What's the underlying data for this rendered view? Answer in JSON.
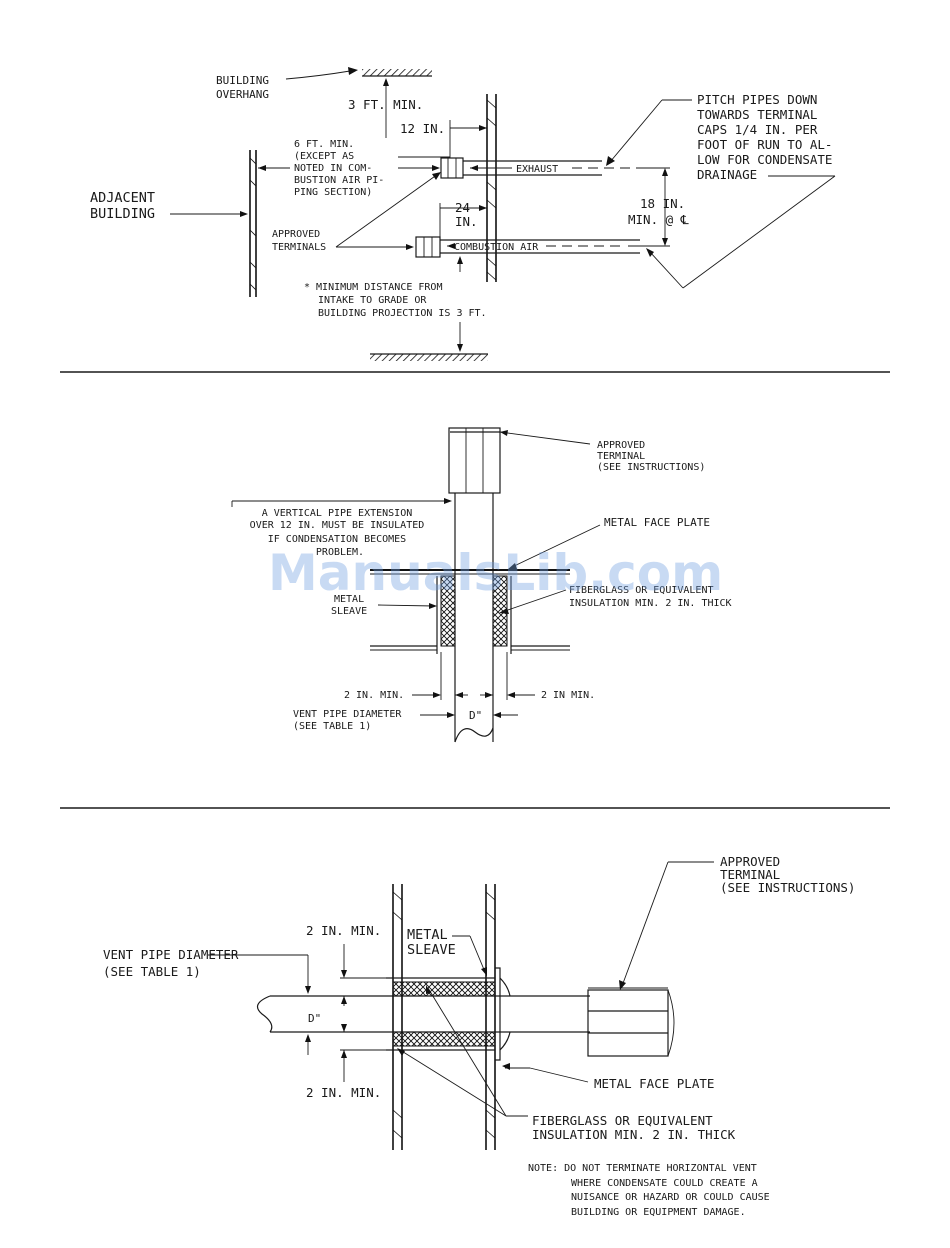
{
  "watermark": "ManualsLib.com",
  "diagram1": {
    "building_overhang": [
      "BUILDING",
      "OVERHANG"
    ],
    "three_ft_min": "3 FT. MIN.",
    "twelve_in": "12 IN.",
    "six_ft_min": [
      "6 FT. MIN.",
      "(EXCEPT AS",
      "NOTED IN COM-",
      "BUSTION AIR PI-",
      "PING SECTION)"
    ],
    "adjacent_building": [
      "ADJACENT",
      "BUILDING"
    ],
    "exhaust": "EXHAUST",
    "twenty_four_in": [
      "24",
      "IN."
    ],
    "combustion_air": "COMBUSTION AIR",
    "approved_terminals": [
      "APPROVED",
      "TERMINALS"
    ],
    "pitch_note": [
      "PITCH PIPES DOWN",
      "TOWARDS TERMINAL",
      "CAPS 1/4 IN. PER",
      "FOOT OF RUN TO AL-",
      "LOW FOR CONDENSATE",
      "DRAINAGE"
    ],
    "eighteen_in": [
      "18 IN.",
      "MIN. @ ℄"
    ],
    "min_distance_note": [
      "* MINIMUM DISTANCE FROM",
      "INTAKE TO GRADE OR",
      "BUILDING PROJECTION IS 3 FT."
    ]
  },
  "diagram2": {
    "approved_terminal": [
      "APPROVED",
      "TERMINAL",
      "(SEE INSTRUCTIONS)"
    ],
    "vertical_note": [
      "A VERTICAL PIPE EXTENSION",
      "OVER 12 IN. MUST BE INSULATED",
      "IF CONDENSATION BECOMES",
      "PROBLEM."
    ],
    "metal_face_plate": "METAL FACE PLATE",
    "metal_sleave": [
      "METAL",
      "SLEAVE"
    ],
    "insulation": [
      "FIBERGLASS OR EQUIVALENT",
      "INSULATION MIN. 2 IN. THICK"
    ],
    "two_in_min_left": "2 IN. MIN.",
    "two_in_min_right": "2 IN MIN.",
    "vent_pipe_diameter": [
      "VENT PIPE DIAMETER",
      "(SEE TABLE 1)"
    ],
    "d_label": "D\""
  },
  "diagram3": {
    "approved_terminal": [
      "APPROVED",
      "TERMINAL",
      "(SEE INSTRUCTIONS)"
    ],
    "two_in_min_top": "2 IN. MIN.",
    "metal_sleave": [
      "METAL",
      "SLEAVE"
    ],
    "vent_pipe_diameter": [
      "VENT PIPE DIAMETER",
      "(SEE TABLE 1)"
    ],
    "d_label": "D\"",
    "two_in_min_bottom": "2 IN. MIN.",
    "metal_face_plate": "METAL FACE PLATE",
    "insulation": [
      "FIBERGLASS OR EQUIVALENT",
      "INSULATION MIN. 2 IN. THICK"
    ],
    "note": [
      "NOTE: DO NOT TERMINATE HORIZONTAL VENT",
      "WHERE CONDENSATE COULD CREATE A",
      "NUISANCE OR HAZARD OR COULD CAUSE",
      "BUILDING OR EQUIPMENT DAMAGE."
    ]
  }
}
